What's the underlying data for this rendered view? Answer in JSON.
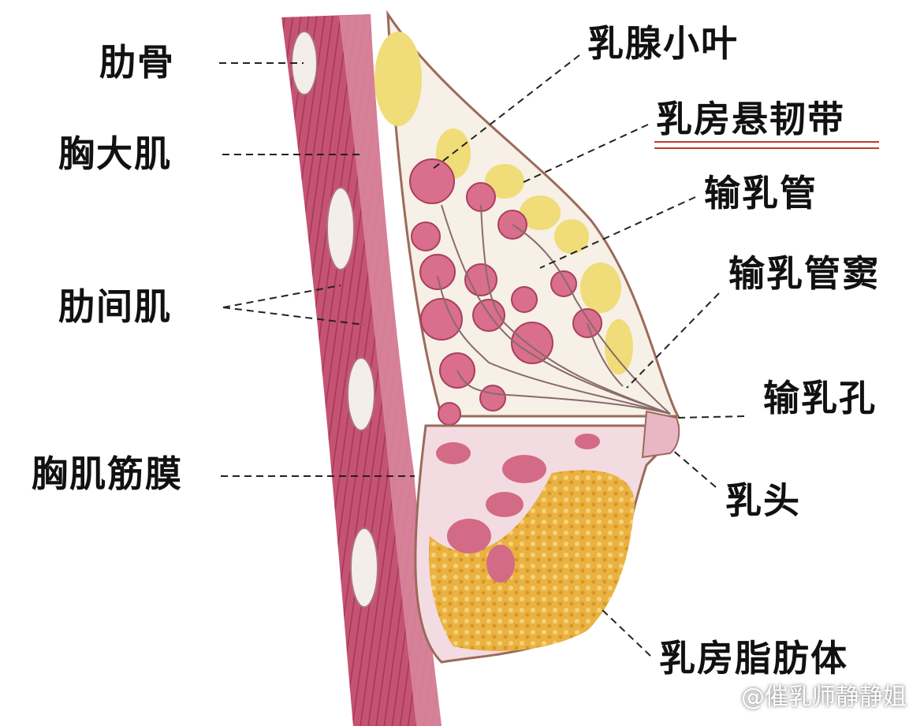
{
  "labels": {
    "rib": "肋骨",
    "pectoralis_major": "胸大肌",
    "intercostal": "肋间肌",
    "pectoral_fascia": "胸肌筋膜",
    "lobule": "乳腺小叶",
    "suspensory_ligament": "乳房悬韧带",
    "lactiferous_duct": "输乳管",
    "lactiferous_sinus": "输乳管窦",
    "duct_opening": "输乳孔",
    "nipple": "乳头",
    "fat_body": "乳房脂肪体"
  },
  "watermark": "@催乳师静静姐",
  "colors": {
    "muscle": "#b23a5e",
    "muscle_light": "#d9859c",
    "fat": "#e8b43a",
    "fat_lobe": "#f0dc78",
    "gland": "#d96f8c",
    "skin_line": "#9c6a5a",
    "highlight_underline": "#c0392b"
  }
}
